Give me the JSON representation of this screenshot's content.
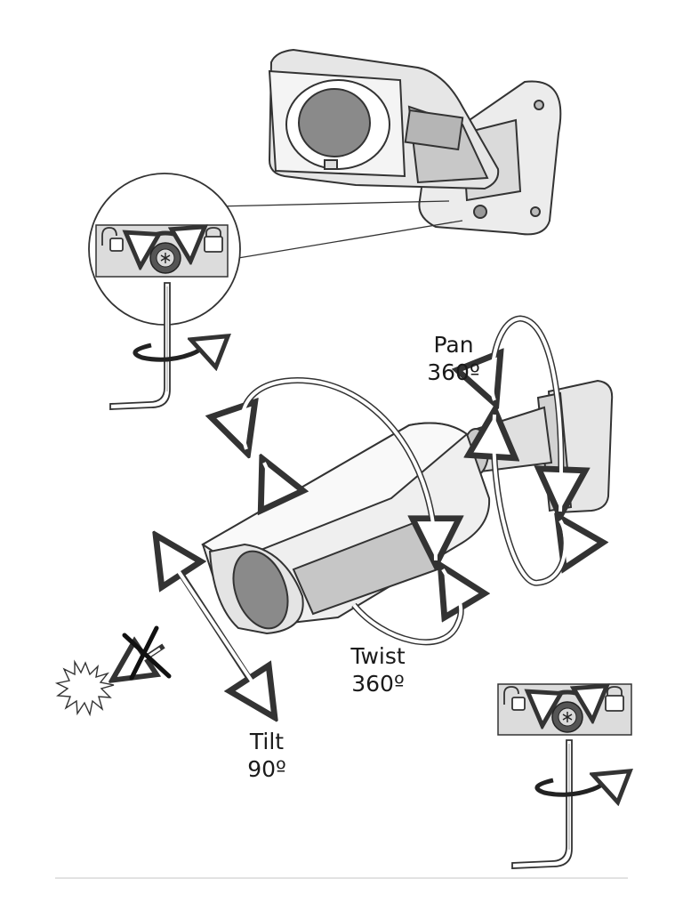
{
  "labels": {
    "pan": {
      "name": "Pan",
      "value": "360º"
    },
    "twist": {
      "name": "Twist",
      "value": "360º"
    },
    "tilt": {
      "name": "Tilt",
      "value": "90º"
    }
  },
  "icons": [
    "unlock-icon",
    "lock-icon",
    "hex-screw-icon",
    "allen-key-icon",
    "sun-icon",
    "prohibited-icon",
    "rotate-arrow-icon"
  ],
  "colors": {
    "line": "#333333",
    "housing": "#e6e6e6",
    "shade": "#bdbdbd",
    "lens": "#8a8a8a"
  }
}
